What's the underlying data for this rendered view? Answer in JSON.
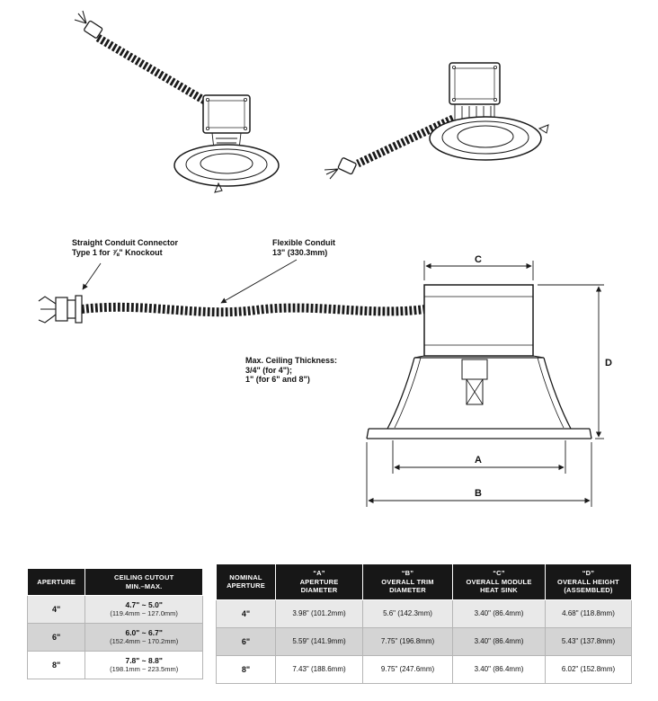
{
  "diagram": {
    "callouts": {
      "straight_connector": "Straight Conduit Connector\nType 1 for ⅞\" Knockout",
      "flexible_conduit": "Flexible Conduit\n13\" (330.3mm)",
      "ceiling_thickness": "Max. Ceiling Thickness:\n3/4\" (for 4\");\n1\" (for 6\" and 8\")"
    },
    "dimension_labels": {
      "a": "A",
      "b": "B",
      "c": "C",
      "d": "D"
    }
  },
  "tables": {
    "ceiling_cutout": {
      "headers": {
        "aperture": "APERTURE",
        "cutout": "CEILING CUTOUT\nMIN.–MAX."
      },
      "rows": [
        {
          "aperture": "4\"",
          "range": "4.7\" ~ 5.0\"",
          "range_mm": "(119.4mm ~ 127.0mm)"
        },
        {
          "aperture": "6\"",
          "range": "6.0\" ~ 6.7\"",
          "range_mm": "(152.4mm ~ 170.2mm)"
        },
        {
          "aperture": "8\"",
          "range": "7.8\" ~ 8.8\"",
          "range_mm": "(198.1mm ~ 223.5mm)"
        }
      ]
    },
    "dimensions": {
      "headers": {
        "nominal": "NOMINAL\nAPERTURE",
        "a": "“A”\nAPERTURE\nDIAMETER",
        "b": "“B”\nOVERALL TRIM\nDIAMETER",
        "c": "“C”\nOVERALL MODULE\nHEAT SINK",
        "d": "“D”\nOVERALL HEIGHT\n(ASSEMBLED)"
      },
      "rows": [
        {
          "aperture": "4\"",
          "a": "3.98\" (101.2mm)",
          "b": "5.6\" (142.3mm)",
          "c": "3.40\" (86.4mm)",
          "d": "4.68\" (118.8mm)"
        },
        {
          "aperture": "6\"",
          "a": "5.59\" (141.9mm)",
          "b": "7.75\" (196.8mm)",
          "c": "3.40\" (86.4mm)",
          "d": "5.43\" (137.8mm)"
        },
        {
          "aperture": "8\"",
          "a": "7.43\" (188.6mm)",
          "b": "9.75\" (247.6mm)",
          "c": "3.40\" (86.4mm)",
          "d": "6.02\" (152.8mm)"
        }
      ]
    }
  },
  "colors": {
    "table_header_bg": "#171717",
    "row_shade_light": "#e9e9e9",
    "row_shade_mid": "#d4d4d4",
    "line_color": "#1a1a1a"
  }
}
